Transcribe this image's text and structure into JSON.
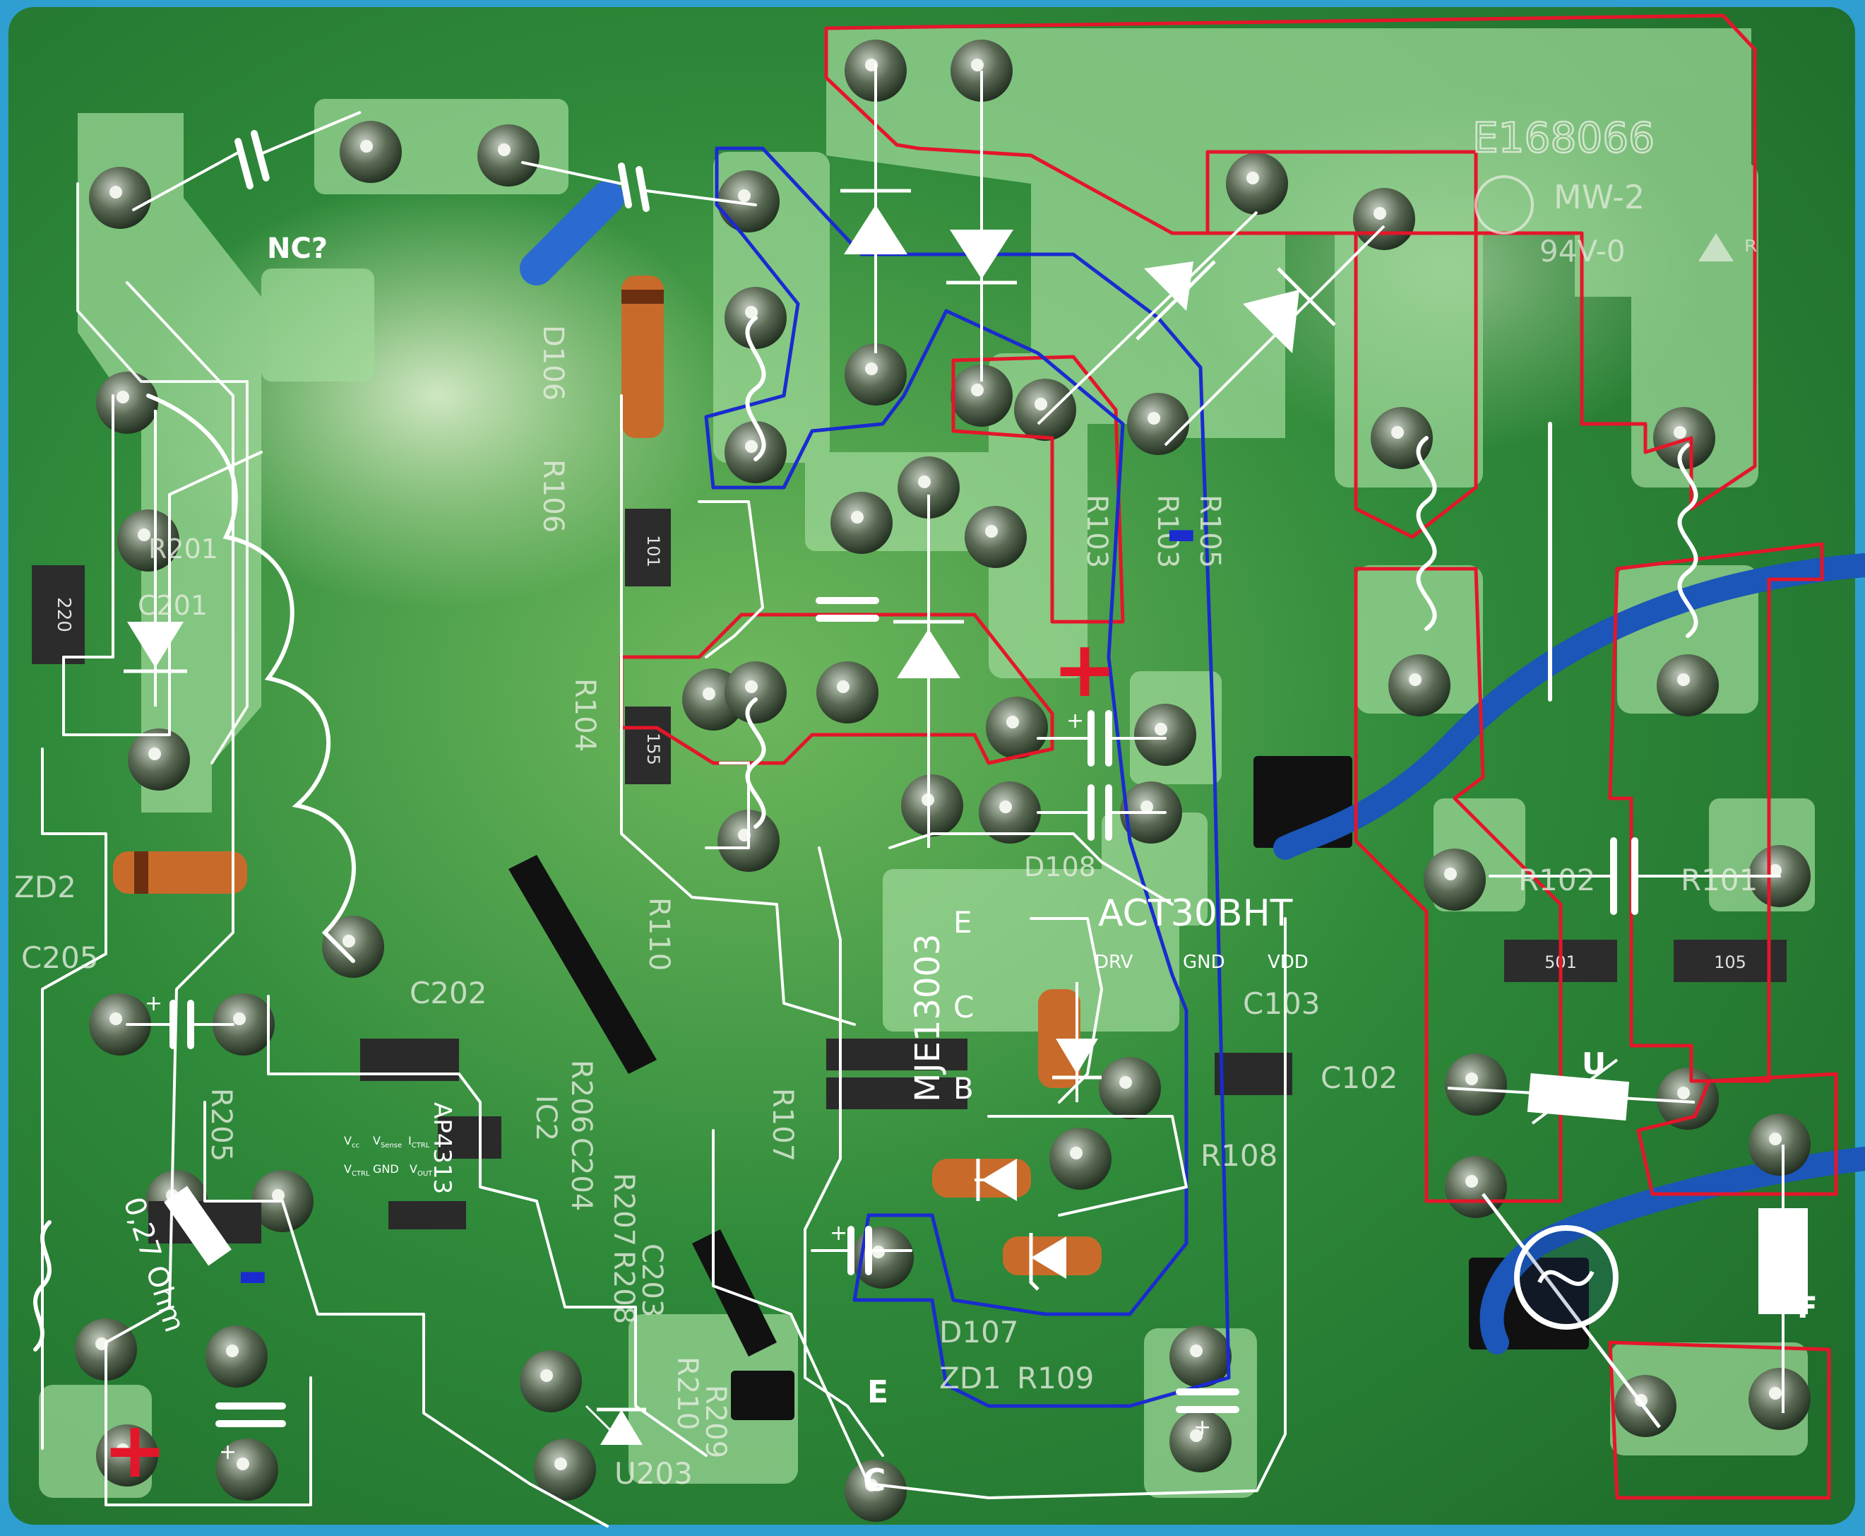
{
  "pcb_text": {
    "ul_number": "E168066",
    "mw": "MW-2",
    "rating": "94V-0"
  },
  "silkscreen_labels": [
    {
      "id": "d106",
      "text": "D106"
    },
    {
      "id": "r106",
      "text": "R106"
    },
    {
      "id": "r103",
      "text": "R103"
    },
    {
      "id": "r103b",
      "text": "R103"
    },
    {
      "id": "r105",
      "text": "R105"
    },
    {
      "id": "r104",
      "text": "R104"
    },
    {
      "id": "r110",
      "text": "R110"
    },
    {
      "id": "r107",
      "text": "R107"
    },
    {
      "id": "zd2",
      "text": "ZD2"
    },
    {
      "id": "c205",
      "text": "C205"
    },
    {
      "id": "c202",
      "text": "C202"
    },
    {
      "id": "r205",
      "text": "R205"
    },
    {
      "id": "ic2",
      "text": "IC2"
    },
    {
      "id": "r206",
      "text": "R206"
    },
    {
      "id": "c204",
      "text": "C204"
    },
    {
      "id": "r208",
      "text": "R208"
    },
    {
      "id": "r207",
      "text": "R207"
    },
    {
      "id": "c203",
      "text": "C203"
    },
    {
      "id": "r210",
      "text": "R210"
    },
    {
      "id": "r209",
      "text": "R209"
    },
    {
      "id": "u203",
      "text": "U203"
    },
    {
      "id": "d108",
      "text": "D108"
    },
    {
      "id": "c103",
      "text": "C103"
    },
    {
      "id": "c102",
      "text": "C102"
    },
    {
      "id": "r108",
      "text": "R108"
    },
    {
      "id": "d107",
      "text": "D107"
    },
    {
      "id": "zd1",
      "text": "ZD1"
    },
    {
      "id": "r109",
      "text": "R109"
    },
    {
      "id": "r102",
      "text": "R102"
    },
    {
      "id": "r101",
      "text": "R101"
    },
    {
      "id": "r201",
      "text": "R201"
    },
    {
      "id": "c201",
      "text": "C201"
    }
  ],
  "annotations": {
    "nc": "NC?",
    "transistor": "MJE13003",
    "pin_e": "E",
    "pin_c": "C",
    "pin_b": "B",
    "controller": "ACT30BHT",
    "pin_drv": "DRV",
    "pin_gnd": "GND",
    "pin_vdd": "VDD",
    "regulator": "AP4313",
    "reg_vcc": "V",
    "reg_vcc_sub": "cc",
    "reg_vsense": "V",
    "reg_vsense_sub": "Sense",
    "reg_ictrl": "I",
    "reg_ictrl_sub": "CTRL",
    "reg_vctrl": "V",
    "reg_vctrl_sub": "CTRL",
    "reg_gnd": "GND",
    "reg_vout": "V",
    "reg_vout_sub": "OUT",
    "shunt": "0,27 Ohm",
    "opto_e": "E",
    "opto_c": "C",
    "varistor": "U",
    "fuse": "F",
    "plus_sign": "+",
    "minus_sign": "-",
    "cap_plus": "+"
  },
  "smd_markings": {
    "r201": "220",
    "r104": "155",
    "r106": "101",
    "r102": "501",
    "r101": "105"
  },
  "colors": {
    "board_green": "#2f8a3a",
    "copper_pad": "#9fd99a",
    "outline_red": "#e4162a",
    "outline_blue": "#1a2bd0",
    "annotation_white": "#ffffff",
    "background_blue": "#2f9ed0"
  }
}
